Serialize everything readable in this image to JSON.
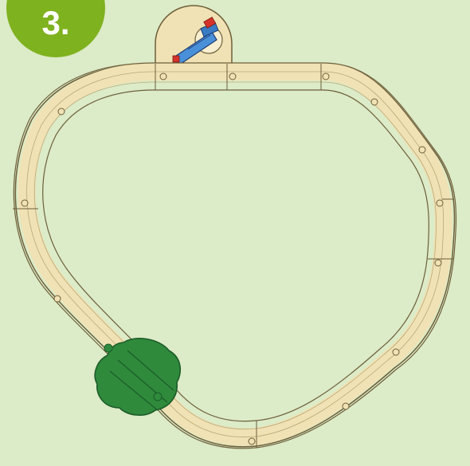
{
  "step": {
    "label": "3."
  },
  "colors": {
    "background": "#dcebc8",
    "badge": "#7fb21f",
    "badge_text": "#ffffff",
    "track_wood": "#f0e2b4",
    "track_outline": "#6d5f3a",
    "tunnel_green": "#2f8a3c",
    "tunnel_dark": "#1c5c28",
    "crane_blue": "#4a90d9",
    "crane_red": "#d6322a"
  },
  "diagram": {
    "description_items": [
      "wooden-train-track-loop",
      "tunnel-piece",
      "crane-piece"
    ]
  }
}
